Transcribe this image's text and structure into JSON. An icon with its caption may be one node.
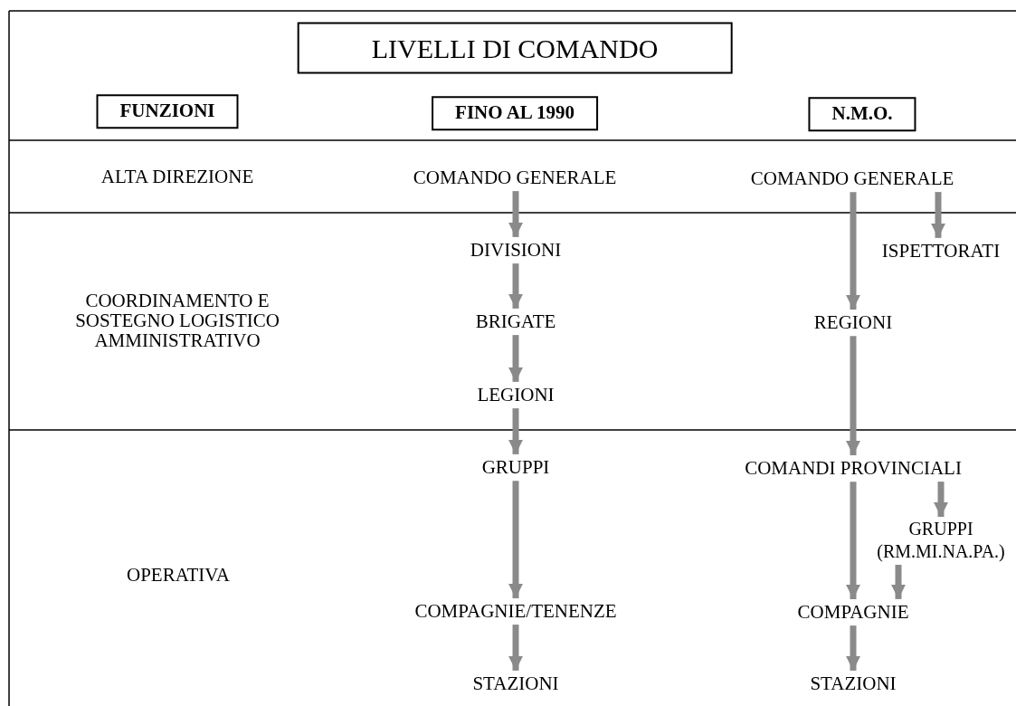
{
  "diagram": {
    "nodes": [
      {
        "text": [
          "LIVELLI DI COMANDO"
        ]
      },
      {
        "text": [
          "FUNZIONI"
        ]
      },
      {
        "text": [
          "FINO AL 1990"
        ]
      },
      {
        "text": [
          "N.M.O."
        ]
      },
      {
        "text": [
          "COMANDO GENERALE"
        ]
      },
      {
        "text": [
          "COMANDO GENERALE"
        ]
      },
      {
        "text": [
          "DIVISIONI"
        ]
      },
      {
        "text": [
          "ISPETTORATI"
        ]
      },
      {
        "text": [
          "BRIGATE"
        ]
      },
      {
        "text": [
          "REGIONI"
        ]
      },
      {
        "text": [
          "LEGIONI"
        ]
      },
      {
        "text": [
          "GRUPPI"
        ]
      },
      {
        "text": [
          "COMANDI PROVINCIALI"
        ]
      },
      {
        "text": [
          "GRUPPI (RM.MI.NA.PA.)"
        ]
      },
      {
        "text": [
          "COMPAGNIE/TENENZE"
        ]
      },
      {
        "text": [
          "COMPAGNIE"
        ]
      },
      {
        "text": [
          "STAZIONI"
        ]
      },
      {
        "text": [
          "STAZIONI"
        ]
      }
    ],
    "edges": [
      {
        "from": 4,
        "to": 6,
        "arrow": "to"
      },
      {
        "from": 6,
        "to": 8,
        "arrow": "to"
      },
      {
        "from": 8,
        "to": 10,
        "arrow": "to"
      },
      {
        "from": 10,
        "to": 11,
        "arrow": "to"
      },
      {
        "from": 11,
        "to": 14,
        "arrow": "to"
      },
      {
        "from": 14,
        "to": 16,
        "arrow": "to"
      },
      {
        "from": 5,
        "to": 9,
        "arrow": "to"
      },
      {
        "from": 5,
        "to": 7,
        "arrow": "to"
      },
      {
        "from": 9,
        "to": 12,
        "arrow": "to"
      },
      {
        "from": 12,
        "to": 13,
        "arrow": "to"
      },
      {
        "from": 12,
        "to": 15,
        "arrow": "to"
      },
      {
        "from": 13,
        "to": 15,
        "arrow": "to"
      },
      {
        "from": 15,
        "to": 17,
        "arrow": "to"
      }
    ],
    "labels": [
      "ALTA DIREZIONE",
      "COORDINAMENTO E SOSTEGNO LOGISTICO AMMINISTRATIVO",
      "OPERATIVA"
    ]
  }
}
